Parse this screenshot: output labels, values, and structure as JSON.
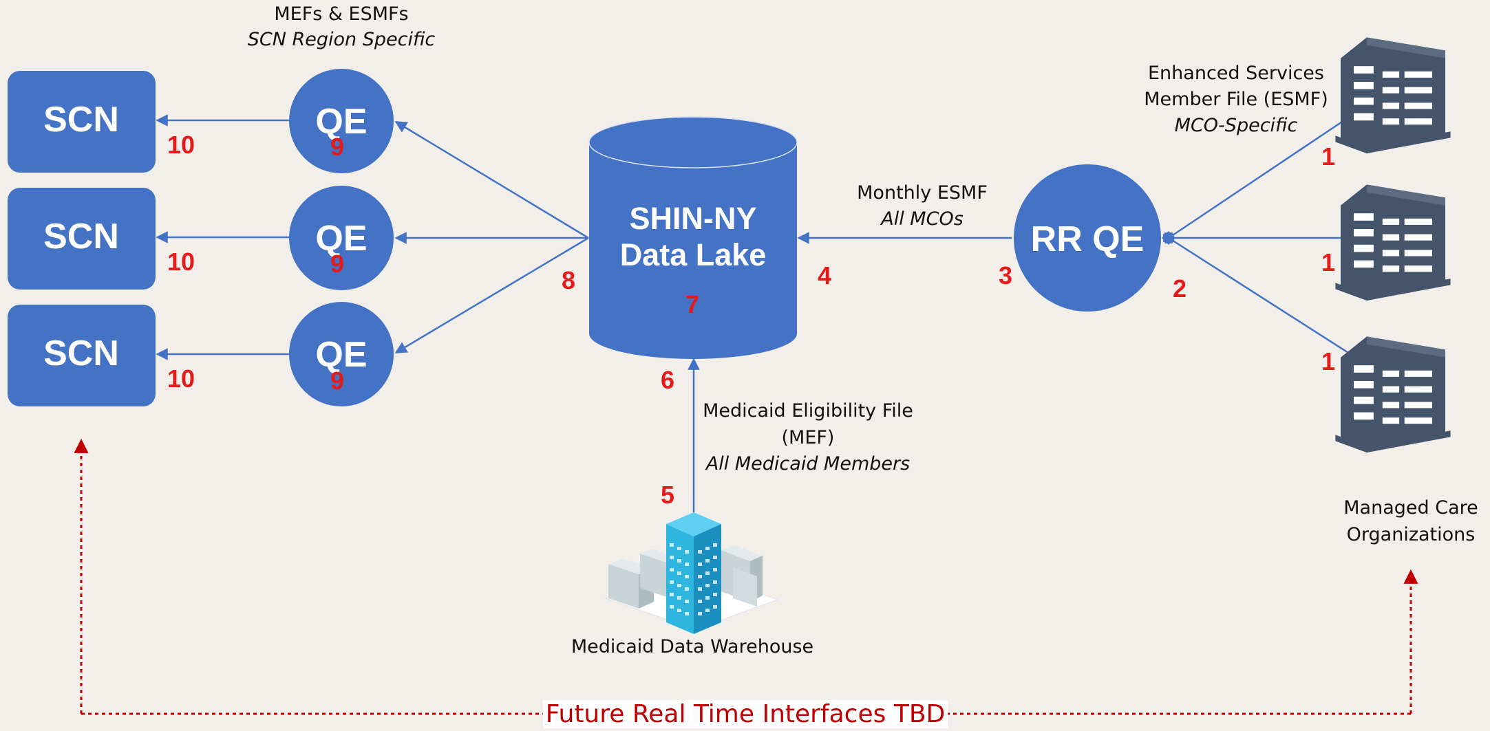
{
  "colors": {
    "background": "#f2efeb",
    "node_fill": "#4472c4",
    "arrow": "#4472c4",
    "step_number": "#e31b1b",
    "future_line": "#c00000",
    "building_dark": "#44546a",
    "warehouse_blue": "#2eb5e0"
  },
  "scn_boxes": [
    {
      "label": "SCN",
      "step": "10"
    },
    {
      "label": "SCN",
      "step": "10"
    },
    {
      "label": "SCN",
      "step": "10"
    }
  ],
  "qe_circles": [
    {
      "label": "QE",
      "step": "9"
    },
    {
      "label": "QE",
      "step": "9"
    },
    {
      "label": "QE",
      "step": "9"
    }
  ],
  "qe_group_label": {
    "line1": "MEFs & ESMFs",
    "line2": "SCN Region Specific"
  },
  "data_lake": {
    "line1": "SHIN-NY",
    "line2": "Data Lake",
    "step": "7",
    "out_step": "8",
    "in_step": "4",
    "below_step": "6"
  },
  "rr_qe": {
    "label": "RR QE",
    "left_step": "3",
    "right_step": "2"
  },
  "monthly_esmf": {
    "line1": "Monthly ESMF",
    "line2": "All MCOs"
  },
  "esmf_label": {
    "line1": "Enhanced  Services",
    "line2": "Member File (ESMF)",
    "line3": "MCO-Specific"
  },
  "mco_steps": [
    "1",
    "1",
    "1"
  ],
  "mco_label": {
    "line1": "Managed Care",
    "line2": "Organizations"
  },
  "mef_label": {
    "line1": "Medicaid Eligibility File",
    "line2": "(MEF)",
    "line3": "All Medicaid Members"
  },
  "warehouse": {
    "step": "5",
    "label": "Medicaid Data Warehouse"
  },
  "future": {
    "label": "Future Real Time Interfaces TBD"
  },
  "icons": {
    "mco_building": "office-building-icon",
    "warehouse": "data-warehouse-icon"
  }
}
